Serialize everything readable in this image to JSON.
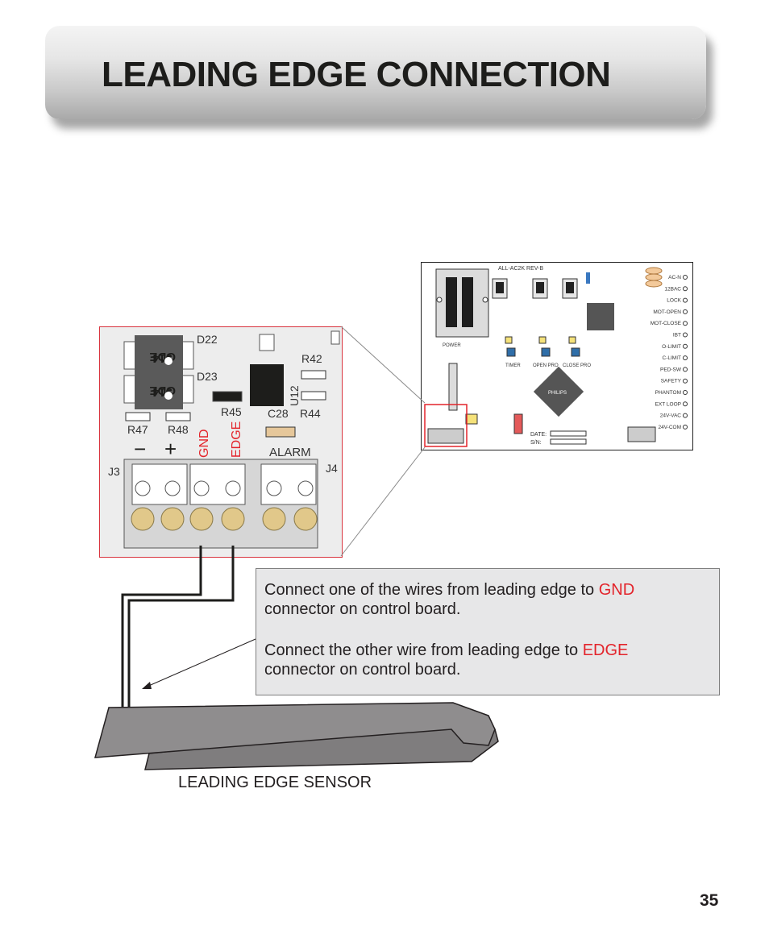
{
  "page": {
    "title": "LEADING EDGE CONNECTION",
    "page_number": "35"
  },
  "instructions": {
    "line1_prefix": "Connect one of the wires from leading edge to ",
    "line1_highlight": "GND",
    "line1_suffix": "connector on control board.",
    "line2_prefix": "Connect the other wire from leading edge to ",
    "line2_highlight": "EDGE",
    "line2_suffix": "connector on control board."
  },
  "sensor": {
    "label": "LEADING EDGE SENSOR"
  },
  "zoom_detail": {
    "d22": "D22",
    "d23": "D23",
    "chip_text": "GDE",
    "chip_code": "514",
    "r42": "R42",
    "r44": "R44",
    "r45": "R45",
    "r47": "R47",
    "r48": "R48",
    "c28": "C28",
    "u12": "U12",
    "minus": "−",
    "plus": "+",
    "gnd": "GND",
    "edge": "EDGE",
    "alarm": "ALARM",
    "j3": "J3",
    "j4": "J4"
  },
  "board": {
    "model": "ALL-AC2K REV-B",
    "power": "POWER",
    "timer": "TIMER",
    "open_pro": "OPEN PRO",
    "close_pro": "CLOSE PRO",
    "philips": "PHILIPS",
    "date": "DATE:",
    "sn": "S/N:",
    "terminals": [
      "AC-N",
      "12BAC",
      "LOCK",
      "MOT-OPEN",
      "MOT-CLOSE",
      "IBT",
      "O-LIMIT",
      "C-LIMIT",
      "PED-SW",
      "SAFETY",
      "PHANTOM",
      "EXT LOOP",
      "24V-VAC",
      "24V-COM"
    ]
  },
  "colors": {
    "accent_red": "#e3242b",
    "callout_bg": "#e7e7e8",
    "sensor_gray": "#8f8d8e"
  }
}
